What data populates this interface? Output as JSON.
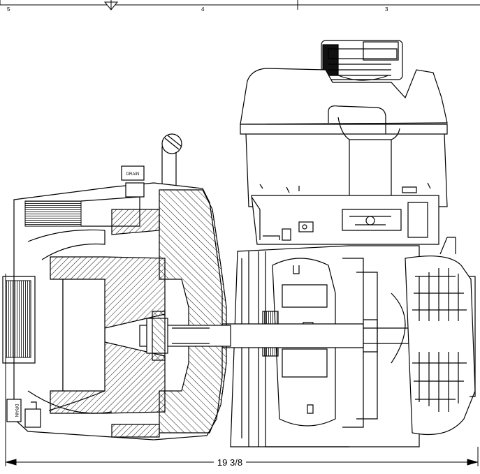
{
  "border": {
    "zone_labels": [
      "5",
      "4",
      "3"
    ]
  },
  "callouts": {
    "upper_plug_label": "DRAIN",
    "lower_plug_label": "DRAIN"
  },
  "dimension": {
    "overall_length": "19 3/8"
  }
}
